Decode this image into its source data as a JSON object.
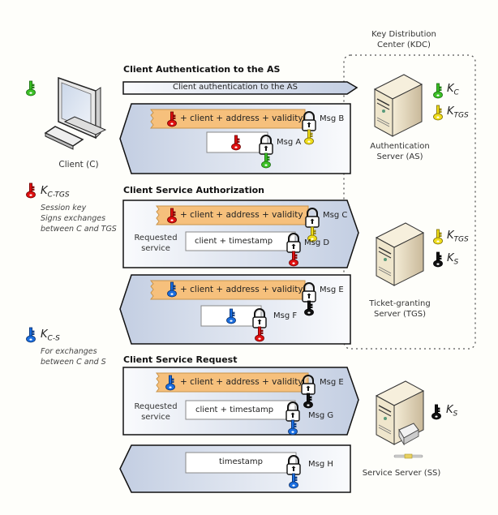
{
  "colors": {
    "background": "#fefefa",
    "arrow_fill_start": "#c9d3e4",
    "arrow_fill_end": "#ffffff",
    "ticket_fill": "#f6c07a",
    "key_green": "#33bb22",
    "key_yellow": "#f0e020",
    "key_red": "#dd1111",
    "key_blue": "#1166dd",
    "key_black": "#111111"
  },
  "client": {
    "label": "Client (C)",
    "key_icon": "green-key-icon"
  },
  "legend": {
    "session_key": {
      "key_icon": "red-key-icon",
      "name_main": "K",
      "name_sub": "C-TGS",
      "lines": [
        "Session key",
        "Signs exchanges",
        "between C and TGS"
      ]
    },
    "service_key": {
      "key_icon": "blue-key-icon",
      "name_main": "K",
      "name_sub": "C-S",
      "lines": [
        "For exchanges",
        "between C and S"
      ]
    }
  },
  "kdc": {
    "title_lines": [
      "Key Distribution",
      "Center (KDC)"
    ]
  },
  "servers": {
    "as": {
      "label_lines": [
        "Authentication",
        "Server (AS)"
      ],
      "keys": [
        {
          "icon": "green-key-icon",
          "main": "K",
          "sub": "C"
        },
        {
          "icon": "yellow-key-icon",
          "main": "K",
          "sub": "TGS"
        }
      ]
    },
    "tgs": {
      "label_lines": [
        "Ticket-granting",
        "Server (TGS)"
      ],
      "keys": [
        {
          "icon": "yellow-key-icon",
          "main": "K",
          "sub": "TGS"
        },
        {
          "icon": "black-key-icon",
          "main": "K",
          "sub": "S"
        }
      ]
    },
    "ss": {
      "label": "Service Server (SS)",
      "keys": [
        {
          "icon": "black-key-icon",
          "main": "K",
          "sub": "S"
        }
      ]
    }
  },
  "sections": {
    "auth": {
      "title": "Client Authentication to the AS",
      "request_arrow": "Client authentication to the AS",
      "ticket_text": "+ client + address + validity",
      "msg_b": "Msg B",
      "msg_a": "Msg A"
    },
    "authz": {
      "title": "Client Service Authorization",
      "ticket_text": "+ client + address + validity",
      "msg_c": "Msg C",
      "requested_service": [
        "Requested",
        "service"
      ],
      "box_text": "client + timestamp",
      "msg_d": "Msg D",
      "reply_ticket_text": "+ client + address + validity",
      "msg_e": "Msg E",
      "msg_f": "Msg F"
    },
    "request": {
      "title": "Client Service Request",
      "ticket_text": "+ client + address + validity",
      "msg_e": "Msg E",
      "requested_service": [
        "Requested",
        "service"
      ],
      "box_text": "client + timestamp",
      "msg_g": "Msg G",
      "reply_box_text": "timestamp",
      "msg_h": "Msg H"
    }
  }
}
